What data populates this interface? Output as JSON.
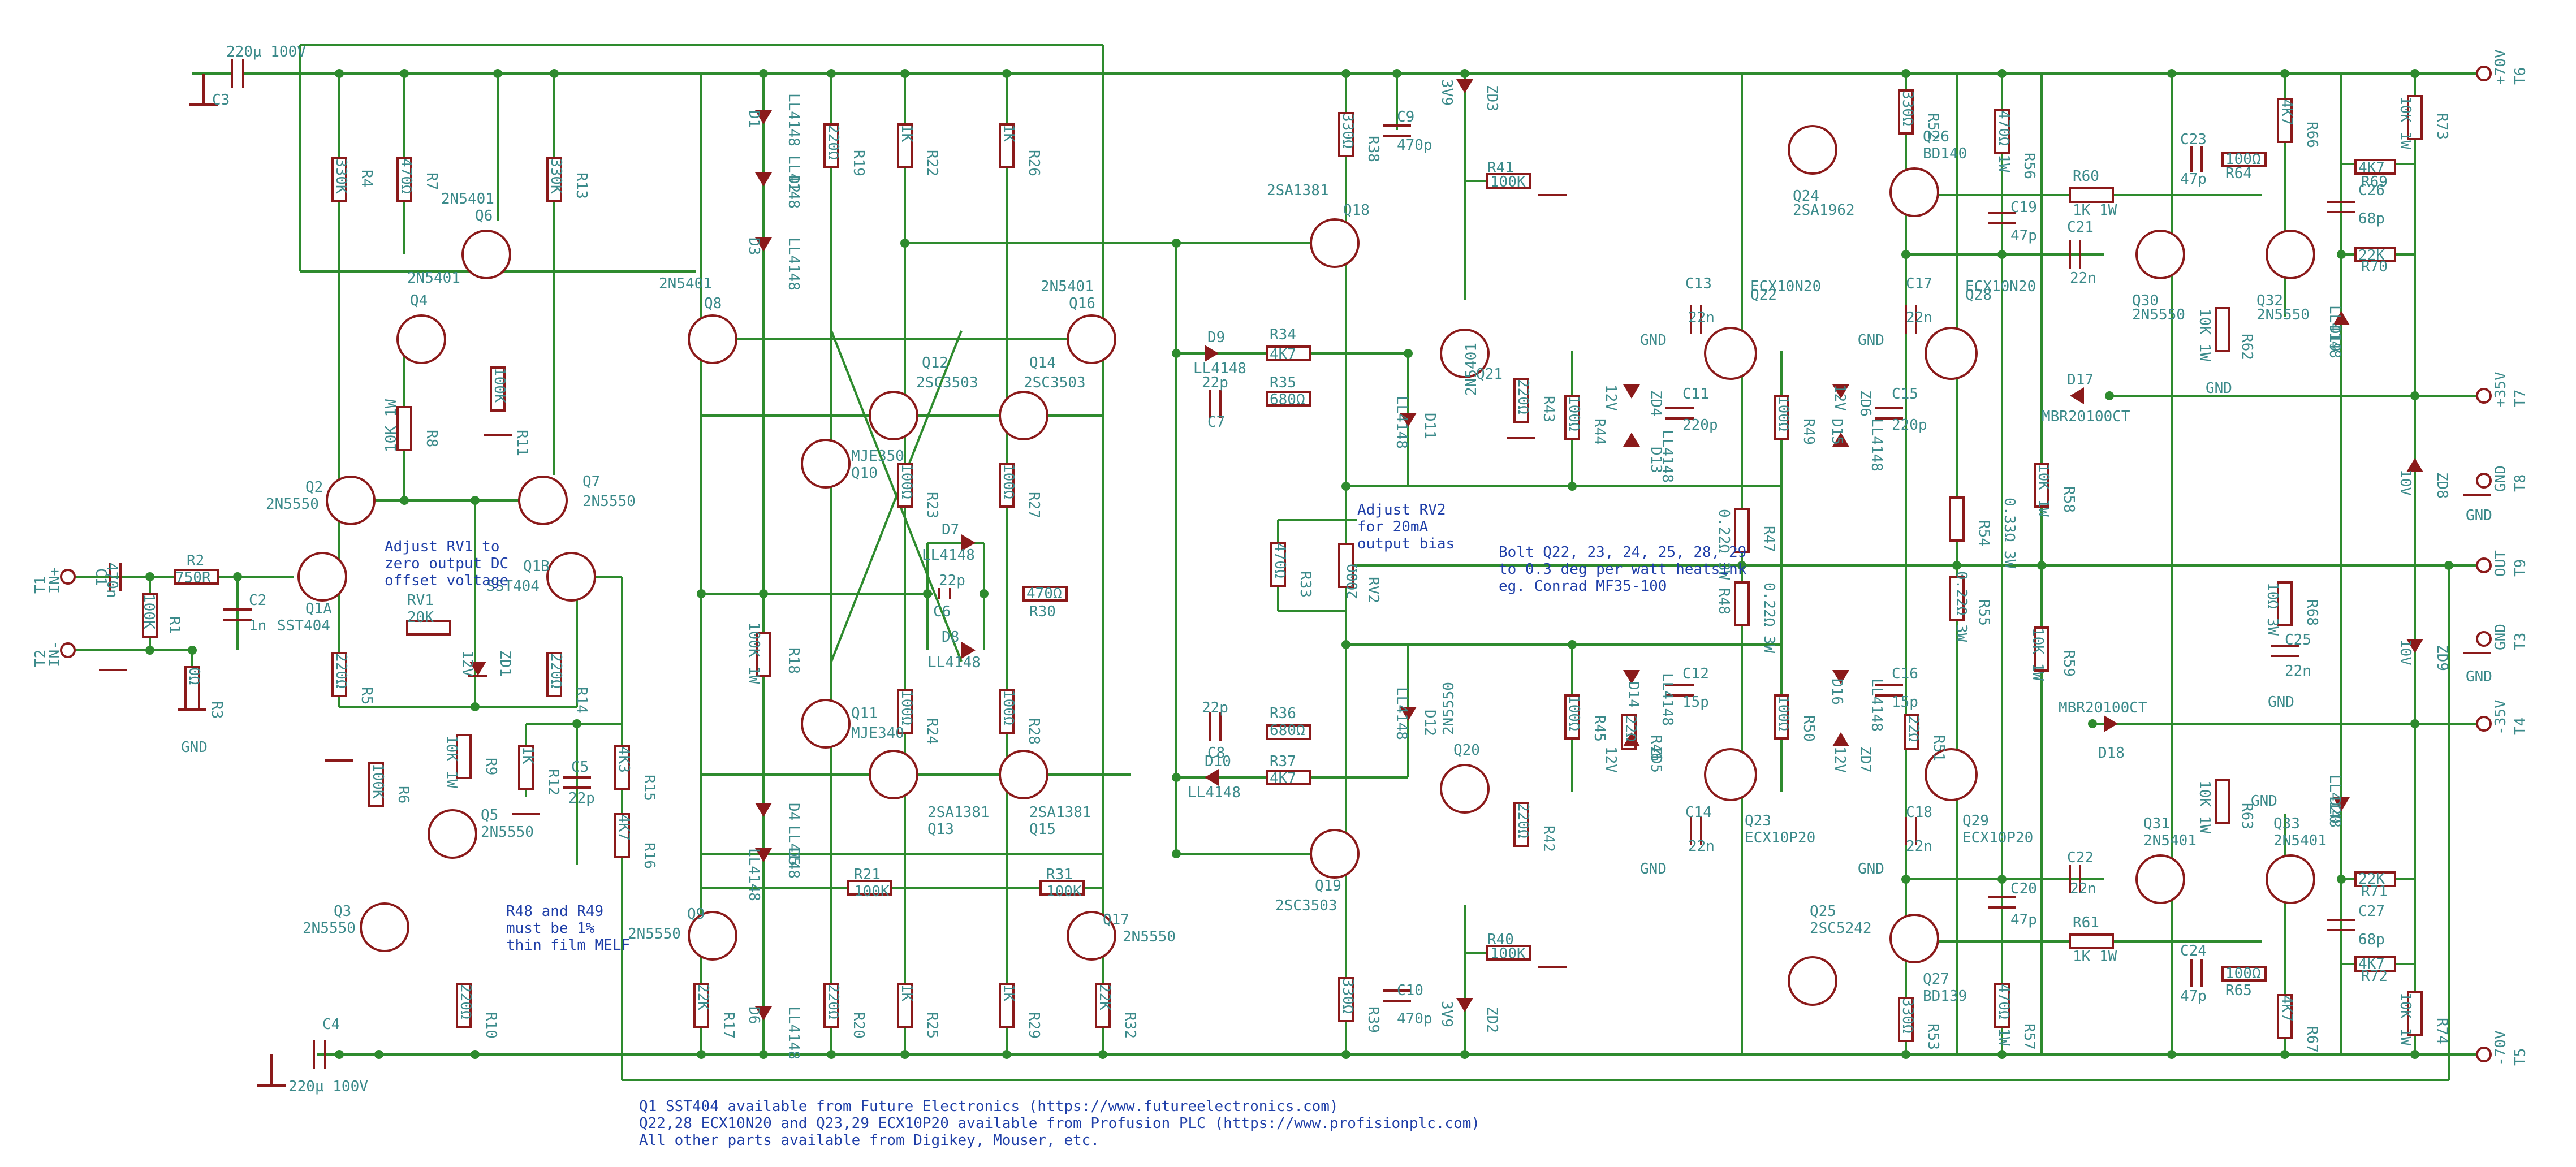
{
  "rails": {
    "top_pos70": "+70V",
    "top_t6": "T6",
    "t7_pos35": "+35V",
    "t7": "T7",
    "t8_gnd": "GND",
    "t8": "T8",
    "t9_out": "OUT",
    "t9": "T9",
    "t3_gnd": "GND",
    "t3": "T3",
    "t4_neg35": "-35V",
    "t4": "T4",
    "t5_neg70": "-70V",
    "t5": "T5",
    "in_plus": "IN+",
    "t1": "T1",
    "in_minus": "IN-",
    "t2": "T2"
  },
  "labels": [
    {
      "id": "c3v",
      "text": "220µ 100V"
    },
    {
      "id": "c3",
      "text": "C3"
    },
    {
      "id": "c4v",
      "text": "220µ 100V"
    },
    {
      "id": "c4",
      "text": "C4"
    },
    {
      "id": "r4",
      "text": "R4"
    },
    {
      "id": "r4v",
      "text": "330K"
    },
    {
      "id": "r7",
      "text": "R7"
    },
    {
      "id": "r7v",
      "text": "470Ω"
    },
    {
      "id": "r13",
      "text": "R13"
    },
    {
      "id": "r13v",
      "text": "330K"
    },
    {
      "id": "q6",
      "text": "Q6"
    },
    {
      "id": "q6p",
      "text": "2N5401"
    },
    {
      "id": "q4",
      "text": "Q4"
    },
    {
      "id": "q4p",
      "text": "2N5401"
    },
    {
      "id": "r11",
      "text": "R11"
    },
    {
      "id": "r11v",
      "text": "100K"
    },
    {
      "id": "r8",
      "text": "R8"
    },
    {
      "id": "r8v",
      "text": "10K 1W"
    },
    {
      "id": "q2",
      "text": "Q2"
    },
    {
      "id": "q2p",
      "text": "2N5550"
    },
    {
      "id": "q7",
      "text": "Q7"
    },
    {
      "id": "q7p",
      "text": "2N5550"
    },
    {
      "id": "c1",
      "text": "C1"
    },
    {
      "id": "c1v",
      "text": "470n"
    },
    {
      "id": "r2",
      "text": "R2"
    },
    {
      "id": "r2v",
      "text": "750R"
    },
    {
      "id": "r1",
      "text": "R1"
    },
    {
      "id": "r1v",
      "text": "100K"
    },
    {
      "id": "c2",
      "text": "C2"
    },
    {
      "id": "c2v",
      "text": "1n"
    },
    {
      "id": "r3",
      "text": "R3"
    },
    {
      "id": "r3v",
      "text": "0Ω"
    },
    {
      "id": "gnd1",
      "text": "GND"
    },
    {
      "id": "q1a",
      "text": "Q1A"
    },
    {
      "id": "q1ap",
      "text": "SST404"
    },
    {
      "id": "q1b",
      "text": "Q1B"
    },
    {
      "id": "q1bp",
      "text": "SST404"
    },
    {
      "id": "rv1",
      "text": "RV1"
    },
    {
      "id": "rv1v",
      "text": "20K"
    },
    {
      "id": "r5",
      "text": "R5"
    },
    {
      "id": "r5v",
      "text": "220Ω"
    },
    {
      "id": "zd1",
      "text": "ZD1"
    },
    {
      "id": "zd1v",
      "text": "12V"
    },
    {
      "id": "r14",
      "text": "R14"
    },
    {
      "id": "r14v",
      "text": "220Ω"
    },
    {
      "id": "r6",
      "text": "R6"
    },
    {
      "id": "r6v",
      "text": "100K"
    },
    {
      "id": "r9",
      "text": "R9"
    },
    {
      "id": "r9v",
      "text": "10K 1W"
    },
    {
      "id": "q5",
      "text": "Q5"
    },
    {
      "id": "q5p",
      "text": "2N5550"
    },
    {
      "id": "q3",
      "text": "Q3"
    },
    {
      "id": "q3p",
      "text": "2N5550"
    },
    {
      "id": "r10",
      "text": "R10"
    },
    {
      "id": "r10v",
      "text": "220Ω"
    },
    {
      "id": "r12",
      "text": "R12"
    },
    {
      "id": "r12v",
      "text": "1K"
    },
    {
      "id": "c5",
      "text": "C5"
    },
    {
      "id": "c5v",
      "text": "22p"
    },
    {
      "id": "r15",
      "text": "R15"
    },
    {
      "id": "r15v",
      "text": "4K3"
    },
    {
      "id": "r16",
      "text": "R16"
    },
    {
      "id": "r16v",
      "text": "4K7"
    },
    {
      "id": "q8",
      "text": "Q8"
    },
    {
      "id": "q8p",
      "text": "2N5401"
    },
    {
      "id": "d1",
      "text": "D1"
    },
    {
      "id": "d1p",
      "text": "LL4148"
    },
    {
      "id": "d2",
      "text": "D2"
    },
    {
      "id": "d2p",
      "text": "LL4148"
    },
    {
      "id": "d3",
      "text": "D3"
    },
    {
      "id": "d3p",
      "text": "LL4148"
    },
    {
      "id": "r19",
      "text": "R19"
    },
    {
      "id": "r19v",
      "text": "220Ω"
    },
    {
      "id": "r22",
      "text": "R22"
    },
    {
      "id": "r22v",
      "text": "1K"
    },
    {
      "id": "r26",
      "text": "R26"
    },
    {
      "id": "r26v",
      "text": "1K"
    },
    {
      "id": "q12",
      "text": "Q12"
    },
    {
      "id": "q12p",
      "text": "2SC3503"
    },
    {
      "id": "q14",
      "text": "Q14"
    },
    {
      "id": "q14p",
      "text": "2SC3503"
    },
    {
      "id": "q16",
      "text": "Q16"
    },
    {
      "id": "q16p",
      "text": "2N5401"
    },
    {
      "id": "q10",
      "text": "Q10"
    },
    {
      "id": "q10p",
      "text": "MJE350"
    },
    {
      "id": "r23",
      "text": "R23"
    },
    {
      "id": "r23v",
      "text": "100Ω"
    },
    {
      "id": "r27",
      "text": "R27"
    },
    {
      "id": "r27v",
      "text": "100Ω"
    },
    {
      "id": "d7",
      "text": "D7"
    },
    {
      "id": "d7p",
      "text": "LL4148"
    },
    {
      "id": "c6",
      "text": "C6"
    },
    {
      "id": "c6v",
      "text": "22p"
    },
    {
      "id": "r30",
      "text": "R30"
    },
    {
      "id": "r30v",
      "text": "470Ω"
    },
    {
      "id": "d8",
      "text": "D8"
    },
    {
      "id": "d8p",
      "text": "LL4148"
    },
    {
      "id": "r18",
      "text": "R18"
    },
    {
      "id": "r18v",
      "text": "100K 1W"
    },
    {
      "id": "q11",
      "text": "Q11"
    },
    {
      "id": "q11p",
      "text": "MJE340"
    },
    {
      "id": "r24",
      "text": "R24"
    },
    {
      "id": "r24v",
      "text": "100Ω"
    },
    {
      "id": "r28",
      "text": "R28"
    },
    {
      "id": "r28v",
      "text": "100Ω"
    },
    {
      "id": "q13",
      "text": "Q13"
    },
    {
      "id": "q13p",
      "text": "2SA1381"
    },
    {
      "id": "q15",
      "text": "Q15"
    },
    {
      "id": "q15p",
      "text": "2SA1381"
    },
    {
      "id": "d4",
      "text": "D4"
    },
    {
      "id": "d4p",
      "text": "LL4148"
    },
    {
      "id": "d5",
      "text": "D5"
    },
    {
      "id": "d5p",
      "text": "LL4148"
    },
    {
      "id": "r21",
      "text": "R21"
    },
    {
      "id": "r21v",
      "text": "100K"
    },
    {
      "id": "r31",
      "text": "R31"
    },
    {
      "id": "r31v",
      "text": "100K"
    },
    {
      "id": "q9",
      "text": "Q9"
    },
    {
      "id": "q9p",
      "text": "2N5550"
    },
    {
      "id": "q17",
      "text": "Q17"
    },
    {
      "id": "q17p",
      "text": "2N5550"
    },
    {
      "id": "r17",
      "text": "R17"
    },
    {
      "id": "r17v",
      "text": "22K"
    },
    {
      "id": "d6",
      "text": "D6"
    },
    {
      "id": "d6p",
      "text": "LL4148"
    },
    {
      "id": "r20",
      "text": "R20"
    },
    {
      "id": "r20v",
      "text": "220Ω"
    },
    {
      "id": "r25",
      "text": "R25"
    },
    {
      "id": "r25v",
      "text": "1K"
    },
    {
      "id": "r29",
      "text": "R29"
    },
    {
      "id": "r29v",
      "text": "1K"
    },
    {
      "id": "r32",
      "text": "R32"
    },
    {
      "id": "r32v",
      "text": "22K"
    },
    {
      "id": "r38",
      "text": "R38"
    },
    {
      "id": "r38v",
      "text": "330Ω"
    },
    {
      "id": "c9",
      "text": "C9"
    },
    {
      "id": "c9v",
      "text": "470p"
    },
    {
      "id": "zd3",
      "text": "ZD3"
    },
    {
      "id": "zd3v",
      "text": "3V9"
    },
    {
      "id": "r41",
      "text": "R41"
    },
    {
      "id": "r41v",
      "text": "100K"
    },
    {
      "id": "q18",
      "text": "Q18"
    },
    {
      "id": "q18p",
      "text": "2SA1381"
    },
    {
      "id": "d9",
      "text": "D9"
    },
    {
      "id": "d9p",
      "text": "LL4148"
    },
    {
      "id": "r34",
      "text": "R34"
    },
    {
      "id": "r34v",
      "text": "4K7"
    },
    {
      "id": "c7",
      "text": "C7"
    },
    {
      "id": "c7v",
      "text": "22p"
    },
    {
      "id": "r35",
      "text": "R35"
    },
    {
      "id": "r35v",
      "text": "680Ω"
    },
    {
      "id": "d11",
      "text": "D11"
    },
    {
      "id": "d11p",
      "text": "LL4148"
    },
    {
      "id": "q21",
      "text": "Q21"
    },
    {
      "id": "q21p",
      "text": "2N5401"
    },
    {
      "id": "r43",
      "text": "R43"
    },
    {
      "id": "r43v",
      "text": "220Ω"
    },
    {
      "id": "rv2",
      "text": "RV2"
    },
    {
      "id": "rv2v",
      "text": "200Ω"
    },
    {
      "id": "r33",
      "text": "R33"
    },
    {
      "id": "r33v",
      "text": "470Ω"
    },
    {
      "id": "d12",
      "text": "D12"
    },
    {
      "id": "d12p",
      "text": "LL4148"
    },
    {
      "id": "c8",
      "text": "C8"
    },
    {
      "id": "c8v",
      "text": "22p"
    },
    {
      "id": "d10",
      "text": "D10"
    },
    {
      "id": "d10p",
      "text": "LL4148"
    },
    {
      "id": "r36",
      "text": "R36"
    },
    {
      "id": "r36v",
      "text": "680Ω"
    },
    {
      "id": "r37",
      "text": "R37"
    },
    {
      "id": "r37v",
      "text": "4K7"
    },
    {
      "id": "q20",
      "text": "Q20"
    },
    {
      "id": "q20p",
      "text": "2N5550"
    },
    {
      "id": "r42",
      "text": "R42"
    },
    {
      "id": "r42v",
      "text": "220Ω"
    },
    {
      "id": "q19",
      "text": "Q19"
    },
    {
      "id": "q19p",
      "text": "2SC3503"
    },
    {
      "id": "r40",
      "text": "R40"
    },
    {
      "id": "r40v",
      "text": "100K"
    },
    {
      "id": "r39",
      "text": "R39"
    },
    {
      "id": "r39v",
      "text": "330Ω"
    },
    {
      "id": "c10",
      "text": "C10"
    },
    {
      "id": "c10v",
      "text": "470p"
    },
    {
      "id": "zd2",
      "text": "ZD2"
    },
    {
      "id": "zd2v",
      "text": "3V9"
    },
    {
      "id": "c13",
      "text": "C13"
    },
    {
      "id": "c13v",
      "text": "22n"
    },
    {
      "id": "gnd_c13",
      "text": "GND"
    },
    {
      "id": "q22",
      "text": "Q22"
    },
    {
      "id": "q22p",
      "text": "ECX10N20"
    },
    {
      "id": "r44",
      "text": "R44"
    },
    {
      "id": "r44v",
      "text": "100Ω"
    },
    {
      "id": "zd4",
      "text": "ZD4"
    },
    {
      "id": "zd4v",
      "text": "12V"
    },
    {
      "id": "d13",
      "text": "D13"
    },
    {
      "id": "d13p",
      "text": "LL4148"
    },
    {
      "id": "c11",
      "text": "C11"
    },
    {
      "id": "c11v",
      "text": "220p"
    },
    {
      "id": "r49",
      "text": "R49"
    },
    {
      "id": "r49v",
      "text": "100Ω"
    },
    {
      "id": "d15",
      "text": "D15"
    },
    {
      "id": "d15p",
      "text": "LL4148"
    },
    {
      "id": "zd6",
      "text": "ZD6"
    },
    {
      "id": "zd6v",
      "text": "12V"
    },
    {
      "id": "c15",
      "text": "C15"
    },
    {
      "id": "c15v",
      "text": "220p"
    },
    {
      "id": "c17",
      "text": "C17"
    },
    {
      "id": "c17v",
      "text": "22n"
    },
    {
      "id": "gnd_c17",
      "text": "GND"
    },
    {
      "id": "q28",
      "text": "Q28"
    },
    {
      "id": "q28p",
      "text": "ECX10N20"
    },
    {
      "id": "q24",
      "text": "Q24"
    },
    {
      "id": "q24p",
      "text": "2SA1962"
    },
    {
      "id": "r52",
      "text": "R52"
    },
    {
      "id": "r52v",
      "text": "330Ω"
    },
    {
      "id": "q26",
      "text": "Q26"
    },
    {
      "id": "q26p",
      "text": "BD140"
    },
    {
      "id": "r56",
      "text": "R56"
    },
    {
      "id": "r56v",
      "text": "470Ω 1W"
    },
    {
      "id": "c19",
      "text": "C19"
    },
    {
      "id": "c19v",
      "text": "47p"
    },
    {
      "id": "r60",
      "text": "R60"
    },
    {
      "id": "r60v",
      "text": "1K 1W"
    },
    {
      "id": "c21",
      "text": "C21"
    },
    {
      "id": "c21v",
      "text": "22n"
    },
    {
      "id": "c23",
      "text": "C23"
    },
    {
      "id": "c23v",
      "text": "47p"
    },
    {
      "id": "r64",
      "text": "R64"
    },
    {
      "id": "r64v",
      "text": "100Ω"
    },
    {
      "id": "r66",
      "text": "R66"
    },
    {
      "id": "r66v",
      "text": "4K7"
    },
    {
      "id": "q30",
      "text": "Q30"
    },
    {
      "id": "q30p",
      "text": "2N5550"
    },
    {
      "id": "r62",
      "text": "R62"
    },
    {
      "id": "r62v",
      "text": "10K 1W"
    },
    {
      "id": "gnd_r62",
      "text": "GND"
    },
    {
      "id": "q32",
      "text": "Q32"
    },
    {
      "id": "q32p",
      "text": "2N5550"
    },
    {
      "id": "c26",
      "text": "C26"
    },
    {
      "id": "c26v",
      "text": "68p"
    },
    {
      "id": "r69",
      "text": "R69"
    },
    {
      "id": "r69v",
      "text": "4K7"
    },
    {
      "id": "r70",
      "text": "R70"
    },
    {
      "id": "r70v",
      "text": "22K"
    },
    {
      "id": "d19",
      "text": "D19"
    },
    {
      "id": "d19p",
      "text": "LL4148"
    },
    {
      "id": "r73",
      "text": "R73"
    },
    {
      "id": "r73v",
      "text": "10K 1W"
    },
    {
      "id": "d17",
      "text": "D17"
    },
    {
      "id": "d17p",
      "text": "MBR20100CT"
    },
    {
      "id": "zd8",
      "text": "ZD8"
    },
    {
      "id": "zd8v",
      "text": "10V"
    },
    {
      "id": "gnd_t8",
      "text": "GND"
    },
    {
      "id": "r47",
      "text": "R47"
    },
    {
      "id": "r47v",
      "text": "0.22Ω 3W"
    },
    {
      "id": "r54",
      "text": "R54"
    },
    {
      "id": "r54v",
      "text": "0.33Ω 3W"
    },
    {
      "id": "r58",
      "text": "R58"
    },
    {
      "id": "r58v",
      "text": "10K 1W"
    },
    {
      "id": "r48",
      "text": "R48"
    },
    {
      "id": "r48v",
      "text": "0.22Ω 3W"
    },
    {
      "id": "r55",
      "text": "R55"
    },
    {
      "id": "r55v",
      "text": "0.22Ω 3W"
    },
    {
      "id": "r59",
      "text": "R59"
    },
    {
      "id": "r59v",
      "text": "10K 1W"
    },
    {
      "id": "r68",
      "text": "R68"
    },
    {
      "id": "r68v",
      "text": "10Ω 3W"
    },
    {
      "id": "c25",
      "text": "C25"
    },
    {
      "id": "c25v",
      "text": "22n"
    },
    {
      "id": "gnd_c25",
      "text": "GND"
    },
    {
      "id": "zd9",
      "text": "ZD9"
    },
    {
      "id": "zd9v",
      "text": "10V"
    },
    {
      "id": "gnd_t3",
      "text": "GND"
    },
    {
      "id": "d18",
      "text": "D18"
    },
    {
      "id": "d18p",
      "text": "MBR20100CT"
    },
    {
      "id": "r45",
      "text": "R45"
    },
    {
      "id": "r45v",
      "text": "100Ω"
    },
    {
      "id": "d14",
      "text": "D14"
    },
    {
      "id": "d14p",
      "text": "LL4148"
    },
    {
      "id": "zd5",
      "text": "ZD5"
    },
    {
      "id": "zd5v",
      "text": "12V"
    },
    {
      "id": "c12",
      "text": "C12"
    },
    {
      "id": "c12v",
      "text": "15p"
    },
    {
      "id": "r46",
      "text": "R46"
    },
    {
      "id": "r46v",
      "text": "22Ω"
    },
    {
      "id": "r50",
      "text": "R50"
    },
    {
      "id": "r50v",
      "text": "100Ω"
    },
    {
      "id": "d16",
      "text": "D16"
    },
    {
      "id": "d16p",
      "text": "LL4148"
    },
    {
      "id": "zd7",
      "text": "ZD7"
    },
    {
      "id": "zd7v",
      "text": "12V"
    },
    {
      "id": "c16",
      "text": "C16"
    },
    {
      "id": "c16v",
      "text": "15p"
    },
    {
      "id": "r51",
      "text": "R51"
    },
    {
      "id": "r51v",
      "text": "22Ω"
    },
    {
      "id": "q23",
      "text": "Q23"
    },
    {
      "id": "q23p",
      "text": "ECX10P20"
    },
    {
      "id": "c14",
      "text": "C14"
    },
    {
      "id": "c14v",
      "text": "22n"
    },
    {
      "id": "gnd_c14",
      "text": "GND"
    },
    {
      "id": "q29",
      "text": "Q29"
    },
    {
      "id": "q29p",
      "text": "ECX10P20"
    },
    {
      "id": "c18",
      "text": "C18"
    },
    {
      "id": "c18v",
      "text": "22n"
    },
    {
      "id": "gnd_c18",
      "text": "GND"
    },
    {
      "id": "q25",
      "text": "Q25"
    },
    {
      "id": "q25p",
      "text": "2SC5242"
    },
    {
      "id": "q27",
      "text": "Q27"
    },
    {
      "id": "q27p",
      "text": "BD139"
    },
    {
      "id": "r53",
      "text": "R53"
    },
    {
      "id": "r53v",
      "text": "330Ω"
    },
    {
      "id": "r57",
      "text": "R57"
    },
    {
      "id": "r57v",
      "text": "470Ω 1W"
    },
    {
      "id": "c20",
      "text": "C20"
    },
    {
      "id": "c20v",
      "text": "47p"
    },
    {
      "id": "r61",
      "text": "R61"
    },
    {
      "id": "r61v",
      "text": "1K 1W"
    },
    {
      "id": "c22",
      "text": "C22"
    },
    {
      "id": "c22v",
      "text": "22n"
    },
    {
      "id": "q31",
      "text": "Q31"
    },
    {
      "id": "q31p",
      "text": "2N5401"
    },
    {
      "id": "r63",
      "text": "R63"
    },
    {
      "id": "r63v",
      "text": "10K 1W"
    },
    {
      "id": "gnd_r63",
      "text": "GND"
    },
    {
      "id": "q33",
      "text": "Q33"
    },
    {
      "id": "q33p",
      "text": "2N5401"
    },
    {
      "id": "c24",
      "text": "C24"
    },
    {
      "id": "c24v",
      "text": "47p"
    },
    {
      "id": "r65",
      "text": "R65"
    },
    {
      "id": "r65v",
      "text": "100Ω"
    },
    {
      "id": "r67",
      "text": "R67"
    },
    {
      "id": "r67v",
      "text": "4K7"
    },
    {
      "id": "r71",
      "text": "R71"
    },
    {
      "id": "r71v",
      "text": "22K"
    },
    {
      "id": "c27",
      "text": "C27"
    },
    {
      "id": "c27v",
      "text": "68p"
    },
    {
      "id": "r72",
      "text": "R72"
    },
    {
      "id": "r72v",
      "text": "4K7"
    },
    {
      "id": "d20",
      "text": "D20"
    },
    {
      "id": "d20p",
      "text": "LL4148"
    },
    {
      "id": "r74",
      "text": "R74"
    },
    {
      "id": "r74v",
      "text": "10K 1W"
    }
  ],
  "notes": {
    "rv1_1": "Adjust RV1 to",
    "rv1_2": "zero output DC",
    "rv1_3": "offset voltage",
    "rv2_1": "Adjust RV2",
    "rv2_2": "for 20mA",
    "rv2_3": "output bias",
    "bolt_1": "Bolt Q22, 23, 24, 25, 28, 29",
    "bolt_2": "to 0.3 deg per watt heatsink",
    "bolt_3": "eg. Conrad MF35-100",
    "r48_1": "R48 and R49",
    "r48_2": "must be 1%",
    "r48_3": "thin film MELF",
    "foot_1": "Q1 SST404 available from Future Electronics (https://www.futureelectronics.com)",
    "foot_2": "Q22,28 ECX10N20 and Q23,29 ECX10P20 available from Profusion PLC (https://www.profisionplc.com)",
    "foot_3": "All other parts available from Digikey, Mouser, etc."
  },
  "colors": {
    "wire": "#2e8b2e",
    "component": "#8b1a1a",
    "label": "#3b8a8a",
    "note": "#1f3fa8",
    "background": "#ffffff"
  }
}
